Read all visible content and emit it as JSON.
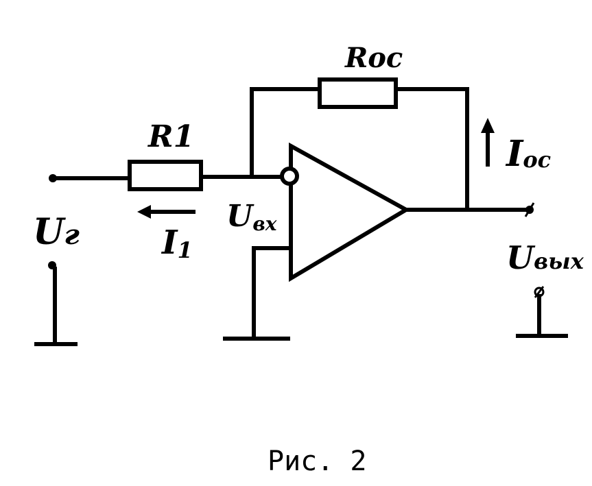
{
  "labels": {
    "r1": "R1",
    "roc": "Roc",
    "ug_main": "U",
    "ug_sub": "г",
    "i1_main": "I",
    "i1_sub": "1",
    "ioc_main": "I",
    "ioc_sub": "oc",
    "uin_main": "U",
    "uin_sub": "вх",
    "uout_main": "U",
    "uout_sub": "вых"
  },
  "caption": "Рис. 2"
}
